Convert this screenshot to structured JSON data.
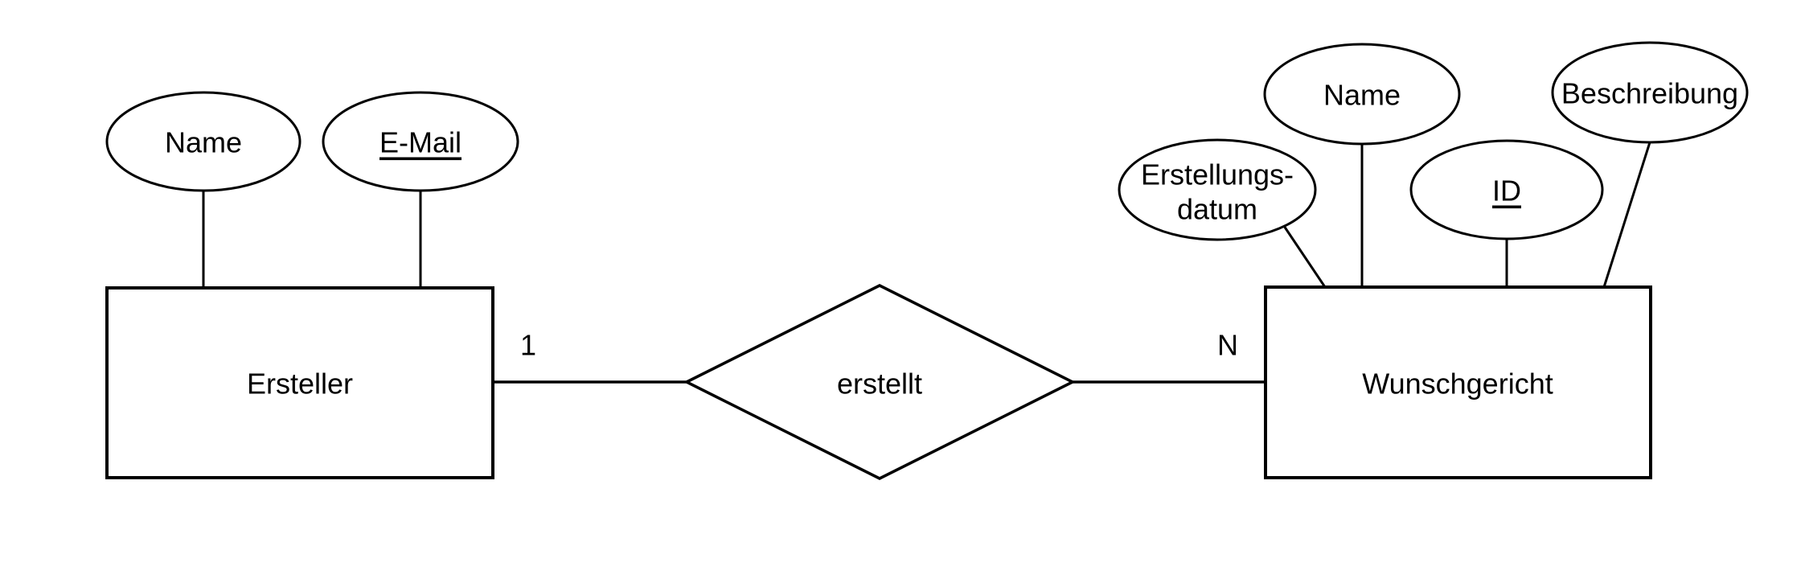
{
  "diagram_type": "entity-relationship",
  "colors": {
    "stroke": "#000000",
    "text": "#000000",
    "background": "#ffffff"
  },
  "entities": {
    "ersteller": {
      "label": "Ersteller"
    },
    "wunschgericht": {
      "label": "Wunschgericht"
    }
  },
  "relationship": {
    "label": "erstellt",
    "cardinality_left": "1",
    "cardinality_right": "N"
  },
  "attributes": {
    "ersteller_name": {
      "label": "Name",
      "is_key": false
    },
    "ersteller_email": {
      "label": "E-Mail",
      "is_key": true
    },
    "wunschgericht_erstellungsdatum": {
      "label_line1": "Erstellungs-",
      "label_line2": "datum",
      "is_key": false
    },
    "wunschgericht_name": {
      "label": "Name",
      "is_key": false
    },
    "wunschgericht_id": {
      "label": "ID",
      "is_key": true
    },
    "wunschgericht_beschreibung": {
      "label": "Beschreibung",
      "is_key": false
    }
  }
}
